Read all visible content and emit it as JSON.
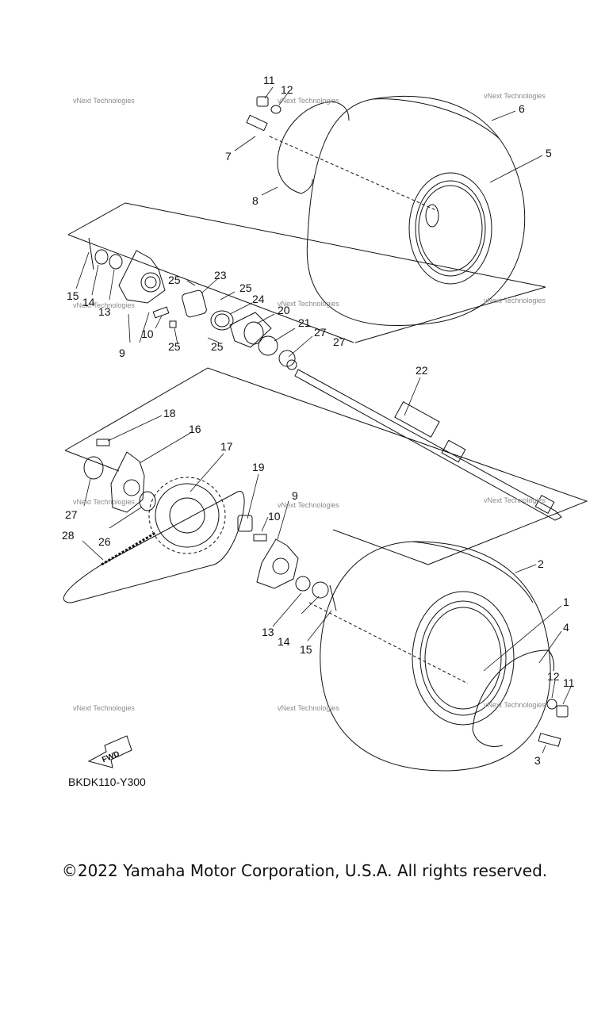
{
  "diagram_code": "BKDK110-Y300",
  "fwd_label": "FWD",
  "watermark_text": "vNext Technologies",
  "copyright": "©2022 Yamaha Motor Corporation, U.S.A. All rights reserved.",
  "callouts": [
    "11",
    "12",
    "6",
    "7",
    "5",
    "8",
    "15",
    "14",
    "13",
    "25",
    "23",
    "25",
    "24",
    "20",
    "10",
    "25",
    "25",
    "21",
    "27",
    "27",
    "9",
    "22",
    "18",
    "16",
    "17",
    "19",
    "9",
    "10",
    "27",
    "26",
    "28",
    "2",
    "1",
    "4",
    "13",
    "14",
    "15",
    "12",
    "11",
    "3"
  ]
}
